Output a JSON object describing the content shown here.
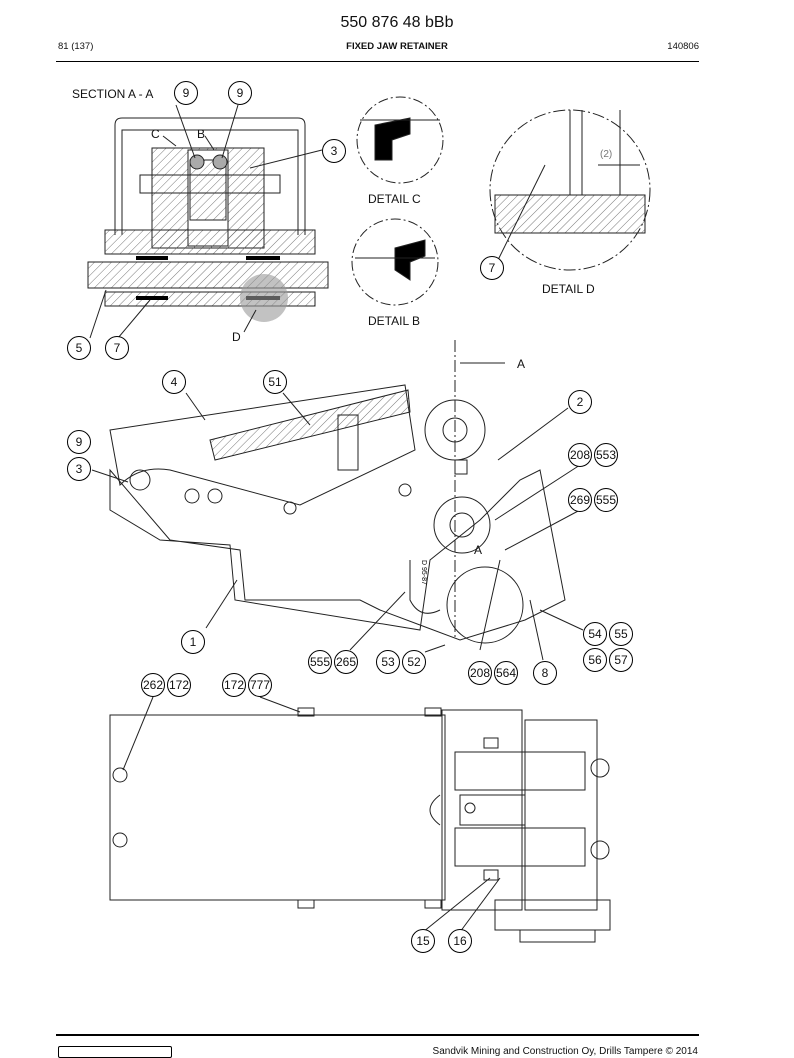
{
  "header": {
    "doc_number": "550 876 48 bBb",
    "page": "81 (137)",
    "title": "FIXED JAW RETAINER",
    "code": "140806"
  },
  "labels": {
    "section": "SECTION A - A",
    "c": "C",
    "b": "B",
    "d": "D",
    "a_top": "A",
    "a_mid": "A",
    "detail_c": "DETAIL C",
    "detail_b": "DETAIL B",
    "detail_d": "DETAIL D",
    "dim": "(2)",
    "stamp": "D 95-87"
  },
  "balloons": {
    "s9a": "9",
    "s9b": "9",
    "s3": "3",
    "s5": "5",
    "s7": "7",
    "d7": "7",
    "m4": "4",
    "m51": "51",
    "m2": "2",
    "m9": "9",
    "m3": "3",
    "m208a": "208",
    "m553": "553",
    "m269": "269",
    "m555a": "555",
    "m1": "1",
    "m555b": "555",
    "m265": "265",
    "m53": "53",
    "m52": "52",
    "m208b": "208",
    "m564": "564",
    "m8": "8",
    "m54": "54",
    "m55": "55",
    "m56": "56",
    "m57": "57",
    "b262": "262",
    "b172a": "172",
    "b172b": "172",
    "b777": "777",
    "b15": "15",
    "b16": "16"
  },
  "footer": {
    "copyright": "Sandvik Mining and Construction Oy, Drills Tampere © 2014"
  }
}
